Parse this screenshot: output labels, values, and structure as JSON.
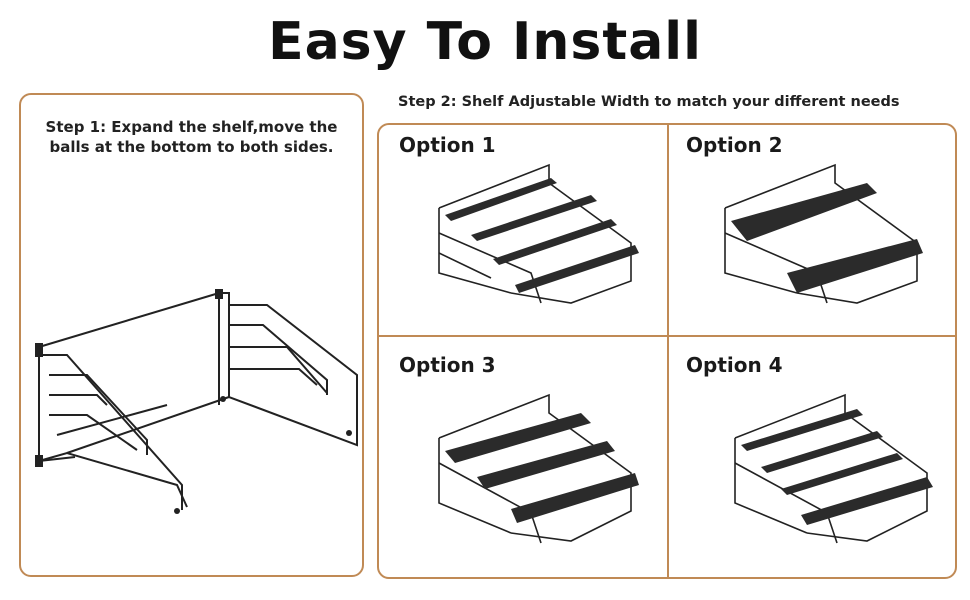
{
  "title": "Easy To Install",
  "step1": {
    "text": "Step 1:  Expand the shelf,move the\nballs at the bottom to both sides."
  },
  "step2": {
    "text": "Step 2: Shelf Adjustable Width to match your different needs"
  },
  "options": [
    {
      "label": "Option 1"
    },
    {
      "label": "Option 2"
    },
    {
      "label": "Option 3"
    },
    {
      "label": "Option 4"
    }
  ],
  "colors": {
    "border": "#c08a55",
    "wire": "#222222",
    "shelf": "#2b2b2b"
  },
  "icons": [
    "expanded-frame-illustration",
    "spice-rack-option-1-illustration",
    "spice-rack-option-2-illustration",
    "spice-rack-option-3-illustration",
    "spice-rack-option-4-illustration"
  ]
}
